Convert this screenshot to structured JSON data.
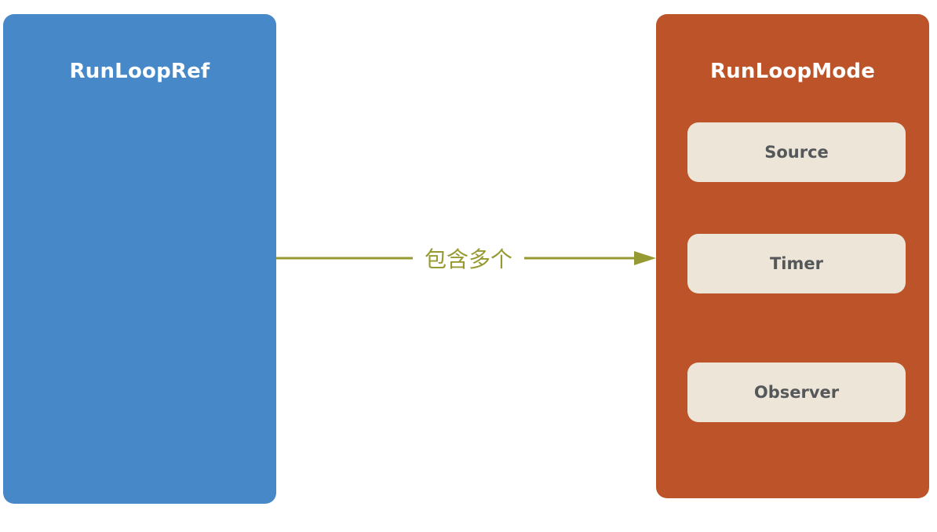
{
  "diagram": {
    "left_box": {
      "title": "RunLoopRef"
    },
    "right_box": {
      "title": "RunLoopMode",
      "items": [
        {
          "label": "Source"
        },
        {
          "label": "Timer"
        },
        {
          "label": "Observer"
        }
      ]
    },
    "connector": {
      "label": "包含多个"
    }
  },
  "colors": {
    "left_box": "#4788c8",
    "right_box": "#bd5429",
    "item_background": "#ede6d8",
    "item_text": "#55585a",
    "connector": "#979a32"
  }
}
